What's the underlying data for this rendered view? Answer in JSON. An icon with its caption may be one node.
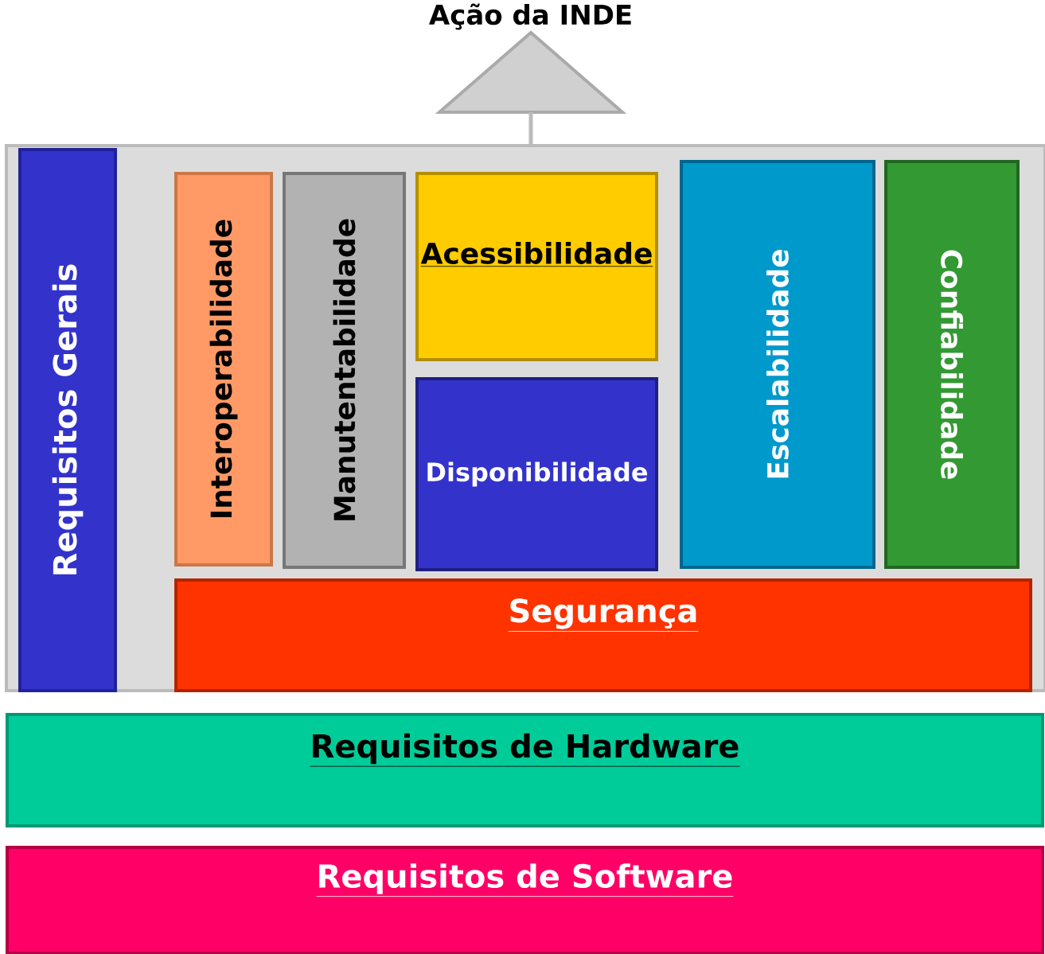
{
  "diagram": {
    "title": "Ação da INDE",
    "nodes": [
      {
        "text": [],
        "shape": "box"
      },
      {
        "text": [
          "Requisitos Gerais"
        ],
        "in": 0
      },
      {
        "text": [
          "Interoperabilidade"
        ],
        "in": 0
      },
      {
        "text": [
          "Manutentabilidade"
        ],
        "in": 0
      },
      {
        "text": [
          "Acessibilidade"
        ],
        "in": 0
      },
      {
        "text": [
          "Disponibilidade"
        ],
        "in": 0
      },
      {
        "text": [
          "Escalabilidade"
        ],
        "in": 0
      },
      {
        "text": [
          "Confiabilidade"
        ],
        "in": 0
      },
      {
        "text": [
          "Segurança"
        ],
        "in": 0
      },
      {
        "text": [
          "Requisitos de Hardware"
        ]
      },
      {
        "text": [
          "Requisitos de Software"
        ]
      },
      {
        "text": [],
        "shape": "triangle"
      }
    ],
    "edges": [
      {
        "from": 0,
        "to": 11,
        "arrow": "none"
      }
    ]
  }
}
